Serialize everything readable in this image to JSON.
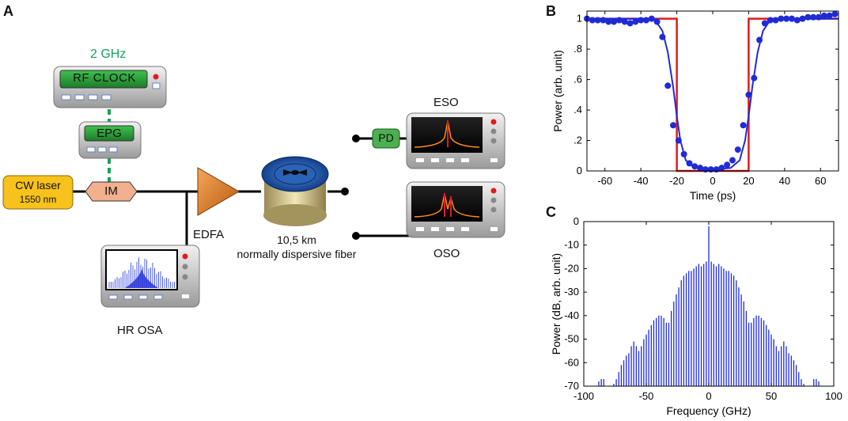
{
  "panels": {
    "a": "A",
    "b": "B",
    "c": "C"
  },
  "setup": {
    "clock_freq": "2 GHz",
    "rf_clock": "RF CLOCK",
    "epg": "EPG",
    "cw_laser_line1": "CW laser",
    "cw_laser_line2": "1550 nm",
    "im": "IM",
    "edfa": "EDFA",
    "fiber_length": "10,5 km",
    "fiber_desc": "normally dispersive fiber",
    "pd": "PD",
    "eso": "ESO",
    "oso": "OSO",
    "hr_osa": "HR OSA"
  },
  "colors": {
    "green_label": "#18a35a",
    "screen_green": "#2f9e3c",
    "laser_yellow": "#f7c21b",
    "im_salmon": "#f2b08e",
    "edfa_orange": "#e67e22",
    "blue": "#1f2bd6",
    "red": "#e31a1c"
  },
  "chart_data": [
    {
      "type": "line",
      "xlabel": "Time (ps)",
      "ylabel": "Power (arb. unit)",
      "xlim": [
        -70,
        70
      ],
      "ylim": [
        0,
        1.05
      ],
      "xticks": [
        -60,
        -40,
        -20,
        0,
        20,
        40,
        60
      ],
      "yticks": [
        0,
        0.2,
        0.4,
        0.6,
        0.8,
        1
      ],
      "ytick_labels": [
        "0",
        ".2",
        ".4",
        ".6",
        ".8",
        "1"
      ],
      "grid": false,
      "series": [
        {
          "kind": "ideal",
          "color": "#e31a1c",
          "x": [
            -70,
            -31,
            -31,
            -20,
            -20,
            20,
            20,
            31,
            31,
            70
          ],
          "y": [
            1,
            1,
            1,
            1,
            0,
            0,
            1,
            1,
            1,
            1
          ]
        },
        {
          "kind": "fit",
          "color": "#1f2bd6",
          "x": [
            -70,
            -40,
            -32,
            -28,
            -25,
            -22,
            -20,
            -18,
            -15,
            -10,
            0,
            10,
            15,
            18,
            20,
            22,
            25,
            28,
            32,
            40,
            70
          ],
          "y": [
            1,
            1,
            0.99,
            0.92,
            0.78,
            0.55,
            0.36,
            0.2,
            0.07,
            0.02,
            0.01,
            0.02,
            0.07,
            0.2,
            0.36,
            0.55,
            0.78,
            0.92,
            0.99,
            1,
            1
          ]
        },
        {
          "kind": "measured",
          "color": "#1f2bd6",
          "x": [
            -70,
            -67,
            -64,
            -61,
            -58,
            -55,
            -52,
            -49,
            -46,
            -43,
            -40,
            -37,
            -34,
            -31,
            -28,
            -25,
            -22,
            -19,
            -16,
            -13,
            -10,
            -7,
            -4,
            -1,
            2,
            5,
            8,
            11,
            14,
            17,
            20,
            23,
            26,
            29,
            32,
            35,
            38,
            41,
            44,
            47,
            50,
            53,
            56,
            59,
            62,
            65,
            68
          ],
          "y": [
            1.0,
            0.99,
            0.99,
            0.99,
            0.98,
            0.98,
            0.99,
            0.98,
            0.97,
            0.98,
            0.99,
            0.99,
            1.0,
            0.98,
            0.88,
            0.56,
            0.3,
            0.2,
            0.11,
            0.05,
            0.03,
            0.02,
            0.01,
            0.01,
            0.01,
            0.02,
            0.04,
            0.07,
            0.14,
            0.3,
            0.5,
            0.61,
            0.86,
            0.97,
            0.99,
            0.99,
            1.0,
            1.0,
            1.0,
            0.99,
            1.0,
            1.01,
            1.01,
            1.01,
            1.02,
            1.02,
            1.03
          ]
        }
      ]
    },
    {
      "type": "bar",
      "xlabel": "Frequency (GHz)",
      "ylabel": "Power (dB, arb. unit)",
      "xlim": [
        -100,
        100
      ],
      "ylim": [
        -70,
        0
      ],
      "xticks": [
        -100,
        -50,
        0,
        50,
        100
      ],
      "yticks": [
        -70,
        -60,
        -50,
        -40,
        -30,
        -20,
        -10,
        0
      ],
      "grid": false,
      "color": "#1f2bd6",
      "x": [
        -88,
        -86,
        -84,
        -82,
        -80,
        -78,
        -76,
        -74,
        -72,
        -70,
        -68,
        -66,
        -64,
        -62,
        -60,
        -58,
        -56,
        -54,
        -52,
        -50,
        -48,
        -46,
        -44,
        -42,
        -40,
        -38,
        -36,
        -34,
        -32,
        -30,
        -28,
        -26,
        -24,
        -22,
        -20,
        -18,
        -16,
        -14,
        -12,
        -10,
        -8,
        -6,
        -4,
        -2,
        0,
        2,
        4,
        6,
        8,
        10,
        12,
        14,
        16,
        18,
        20,
        22,
        24,
        26,
        28,
        30,
        32,
        34,
        36,
        38,
        40,
        42,
        44,
        46,
        48,
        50,
        52,
        54,
        56,
        58,
        60,
        62,
        64,
        66,
        68,
        70,
        72,
        74,
        76,
        78,
        80,
        82,
        84,
        86,
        88
      ],
      "values": [
        -68,
        -67,
        -67,
        -70,
        -70,
        -70,
        -69,
        -67,
        -64,
        -61,
        -59,
        -57,
        -56,
        -53,
        -51,
        -53,
        -55,
        -53,
        -50,
        -48,
        -46,
        -44,
        -42,
        -41,
        -40,
        -40,
        -41,
        -43,
        -43,
        -38,
        -34,
        -31,
        -28,
        -25,
        -23,
        -22,
        -21,
        -21,
        -20,
        -19,
        -18,
        -19,
        -18,
        -17,
        -2,
        -17,
        -18,
        -19,
        -18,
        -19,
        -20,
        -21,
        -21,
        -22,
        -23,
        -25,
        -28,
        -31,
        -34,
        -38,
        -43,
        -43,
        -41,
        -40,
        -40,
        -41,
        -42,
        -44,
        -46,
        -48,
        -50,
        -53,
        -55,
        -53,
        -51,
        -53,
        -56,
        -57,
        -59,
        -61,
        -64,
        -67,
        -69,
        -70,
        -70,
        -70,
        -67,
        -67,
        -68
      ]
    }
  ]
}
